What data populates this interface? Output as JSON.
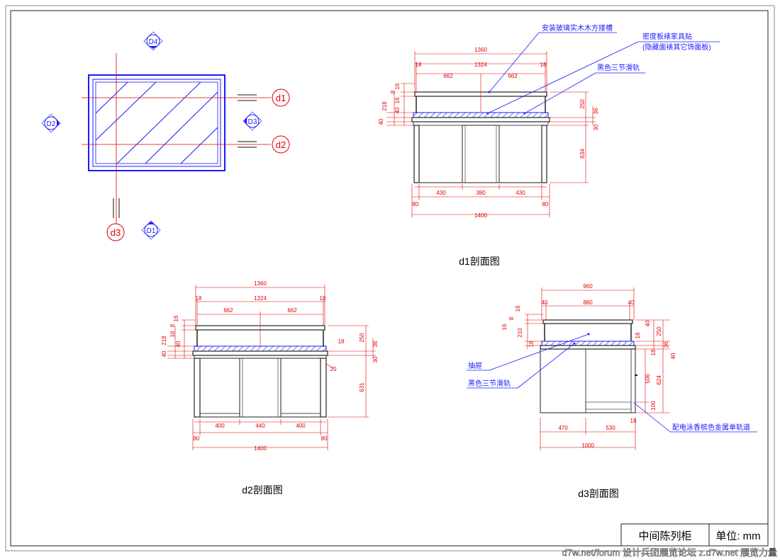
{
  "plan": {
    "markers": {
      "d4": "D4",
      "d2": "D2",
      "d3": "D3",
      "d1": "D1"
    },
    "cuts": {
      "d1": "d1",
      "d2": "d2",
      "d3": "d3"
    }
  },
  "section_d1": {
    "caption": "d1剖面图",
    "notes": [
      "安装玻璃实木木方搂槽",
      "密度板裱家具贴",
      "(隐藏面裱其它饰面板)",
      "黑色三节滑轨"
    ],
    "dims_top": [
      "1360",
      "18",
      "1324",
      "18",
      "662",
      "662"
    ],
    "dims_left": [
      "16",
      "8",
      "16",
      "218",
      "40",
      "40"
    ],
    "dims_right": [
      "250",
      "36",
      "30",
      "634"
    ],
    "dims_bottom": [
      "430",
      "380",
      "430",
      "80",
      "80",
      "1400"
    ]
  },
  "section_d2": {
    "caption": "d2剖面图",
    "dims_top": [
      "1360",
      "18",
      "1324",
      "18",
      "662",
      "662"
    ],
    "dims_left": [
      "16",
      "8",
      "16",
      "218",
      "40",
      "40"
    ],
    "dims_right": [
      "250",
      "36",
      "18",
      "30",
      "20",
      "631"
    ],
    "dims_bottom": [
      "400",
      "440",
      "400",
      "80",
      "80",
      "1400"
    ]
  },
  "section_d3": {
    "caption": "d3剖面图",
    "notes": [
      "抽屉",
      "黑色三节滑轨",
      "配电泳香槟色金属单轨道"
    ],
    "dims_top": [
      "960",
      "40",
      "880",
      "40"
    ],
    "dims_left": [
      "16",
      "8",
      "16",
      "210",
      "18",
      "18"
    ],
    "dims_right": [
      "40",
      "250",
      "36",
      "18",
      "40",
      "506",
      "624",
      "100",
      "18"
    ],
    "dims_bottom": [
      "470",
      "530",
      "1000"
    ]
  },
  "title_block": {
    "name": "中间陈列柜",
    "unit": "单位: mm"
  },
  "watermark": "d7w.net/forum 设计兵团展览论坛    z.d7w.net 展览力量"
}
